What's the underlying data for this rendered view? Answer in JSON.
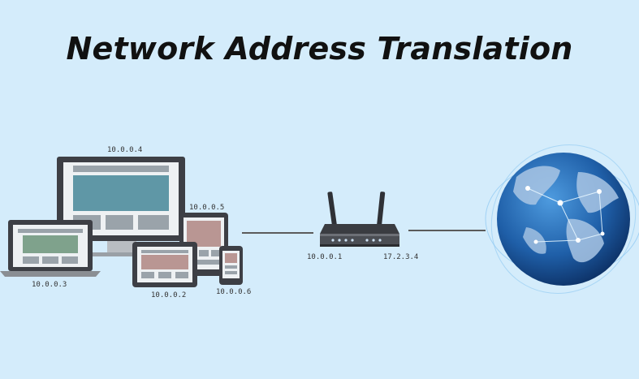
{
  "title": "Network Address Translation",
  "devices": {
    "monitor": {
      "ip": "10.0.0.4"
    },
    "laptop": {
      "ip": "10.0.0.3"
    },
    "tablet_landscape": {
      "ip": "10.0.0.2"
    },
    "tablet_portrait": {
      "ip": "10.0.0.5"
    },
    "phone": {
      "ip": "10.0.0.6"
    }
  },
  "router": {
    "lan_ip": "10.0.0.1",
    "wan_ip": "17.2.3.4"
  },
  "colors": {
    "background": "#d4ecfb",
    "device_frame": "#3d3f45",
    "monitor_screen": "#5f97a6",
    "laptop_screen": "#7fa28c",
    "tablet_screen": "#b99693",
    "globe": "#1f5fa8"
  },
  "icons": {
    "monitor": "desktop-monitor-icon",
    "laptop": "laptop-icon",
    "router": "router-icon",
    "globe": "globe-icon"
  }
}
